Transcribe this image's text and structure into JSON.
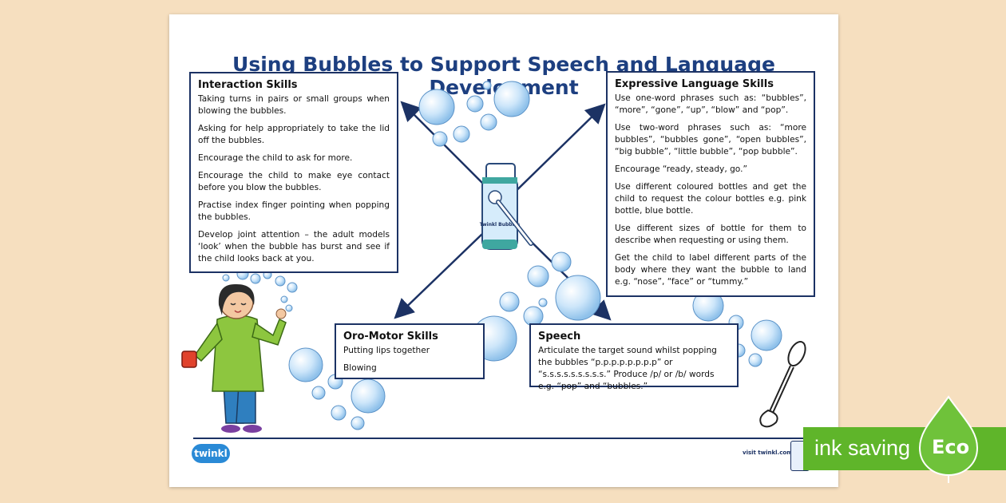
{
  "title": "Using Bubbles to Support Speech and Language Development",
  "interaction": {
    "heading": "Interaction Skills",
    "items": [
      "Taking turns in pairs or small groups when blowing the bubbles.",
      "Asking for help appropriately to take the lid off the bubbles.",
      "Encourage the child to ask for more.",
      "Encourage the child to make eye contact before you blow the bubbles.",
      "Practise index finger pointing when popping the bubbles.",
      "Develop joint attention – the adult models ‘look’ when the bubble has burst and see if the child looks back at you."
    ]
  },
  "expressive": {
    "heading": "Expressive Language Skills",
    "items": [
      "Use one-word phrases such as: “bubbles”, “more”, “gone”, “up”, “blow” and “pop”.",
      "Use two-word phrases such as: “more bubbles”, “bubbles gone”, “open bubbles”, “big bubble”, “little bubble”, “pop bubble”.",
      "Encourage “ready, steady, go.”",
      "Use different coloured bottles and get the child to request the colour bottles e.g. pink bottle, blue bottle.",
      "Use different sizes of bottle for them to describe when requesting or using them.",
      "Get the child to label different parts of the body where they want the bubble to land e.g. “nose”, “face” or “tummy.”"
    ]
  },
  "oromotor": {
    "heading": "Oro-Motor Skills",
    "items": [
      "Putting lips together",
      "Blowing"
    ]
  },
  "speech": {
    "heading": "Speech",
    "text": "Articulate the target sound whilst popping the bubbles “p.p.p.p.p.p.p.p” or “s.s.s.s.s.s.s.s.s.” Produce /p/ or /b/ words e.g. “pop” and “bubbles.”"
  },
  "bottle_label": "Twinkl Bubbles",
  "footer": {
    "logo": "twinkl",
    "visit": "visit twinkl.com"
  },
  "banner": {
    "text": "ink saving",
    "eco": "Eco"
  },
  "colors": {
    "title": "#1d3f80",
    "box_border": "#1c3264",
    "background": "#f6dfbf",
    "banner_green": "#5fb52a",
    "bubble": "#aed4f2"
  }
}
